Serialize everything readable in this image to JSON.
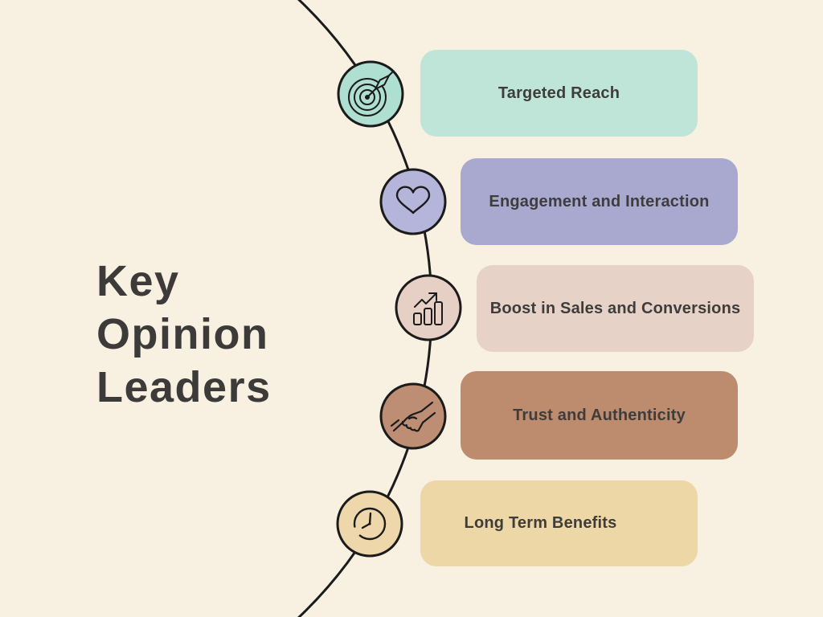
{
  "infographic": {
    "title": {
      "full": "Key Opinion Leaders",
      "lines": [
        "Key",
        "Opinion",
        "Leaders"
      ]
    },
    "items": [
      {
        "label": "Targeted Reach",
        "icon": "dartboard-target-icon",
        "box_color": "#bfe5d9",
        "circle_color": "#aedfd1"
      },
      {
        "label": "Engagement and Interaction",
        "icon": "heart-icon",
        "box_color": "#a9a9d0",
        "circle_color": "#b5b4da"
      },
      {
        "label": "Boost in Sales and Conversions",
        "icon": "growth-bar-chart-icon",
        "box_color": "#e7d2c8",
        "circle_color": "#e6d0c5"
      },
      {
        "label": "Trust and Authenticity",
        "icon": "handshake-icon",
        "box_color": "#bd8b6e",
        "circle_color": "#bd8e74"
      },
      {
        "label": "Long Term Benefits",
        "icon": "clock-icon",
        "box_color": "#edd7a6",
        "circle_color": "#eed8ab"
      }
    ],
    "colors": {
      "background": "#f8f1e1",
      "line": "#1b1b1b",
      "text": "#3e3d3b"
    }
  }
}
